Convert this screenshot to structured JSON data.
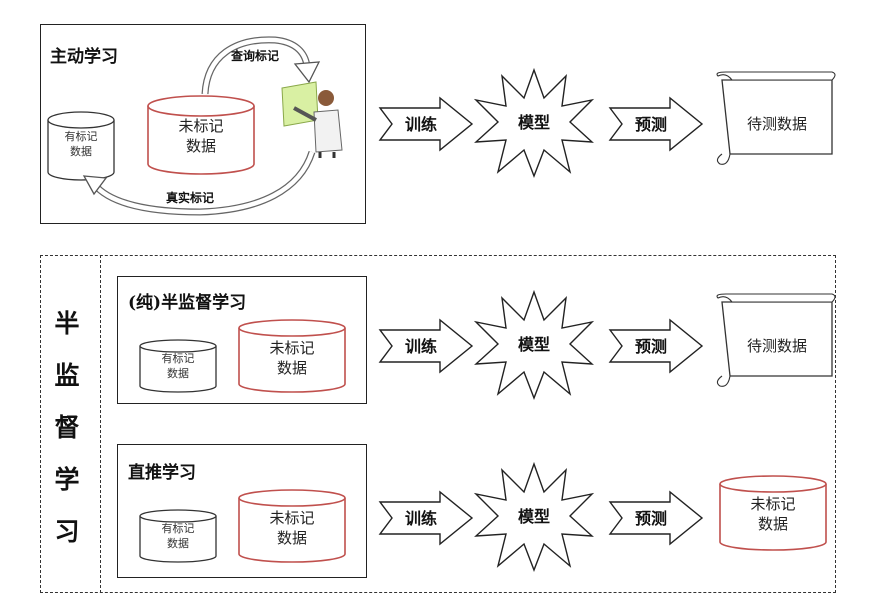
{
  "active_learning": {
    "title": "主动学习",
    "labeled_data": "有标记\n数据",
    "unlabeled_data": "未标记\n数据",
    "query_label": "查询标记",
    "true_label": "真实标记",
    "train": "训练",
    "model": "模型",
    "predict": "预测",
    "test_data": "待测数据"
  },
  "semi_supervised": {
    "title": "半监督学习",
    "pure": {
      "title": "(纯)半监督学习",
      "labeled_data": "有标记\n数据",
      "unlabeled_data": "未标记\n数据",
      "train": "训练",
      "model": "模型",
      "predict": "预测",
      "test_data": "待测数据"
    },
    "transductive": {
      "title": "直推学习",
      "labeled_data": "有标记\n数据",
      "unlabeled_data": "未标记\n数据",
      "train": "训练",
      "model": "模型",
      "predict": "预测",
      "target_data": "未标记\n数据"
    }
  },
  "colors": {
    "unlabeled_stroke": "#c0504d",
    "labeled_stroke": "#333333",
    "figure_board": "#d9f0a3"
  }
}
